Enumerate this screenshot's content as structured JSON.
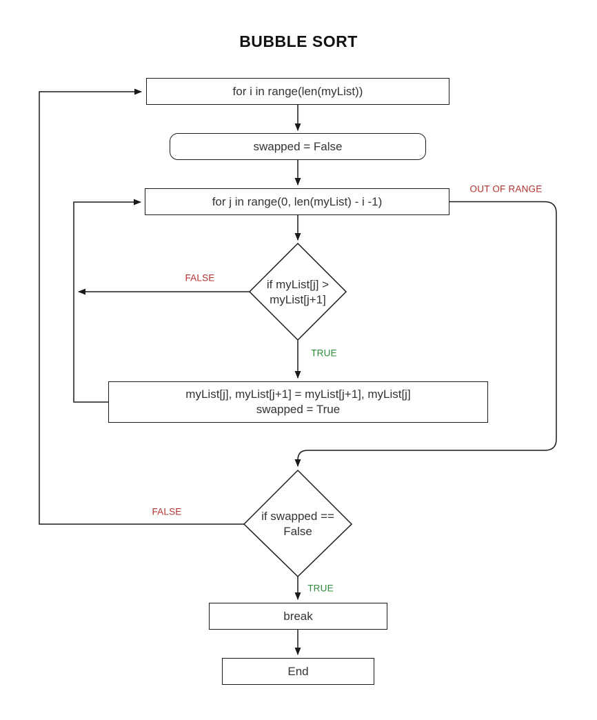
{
  "title": "BUBBLE SORT",
  "colors": {
    "line_color": "#191919",
    "text_color": "#333333",
    "red_label_color": "#b23230",
    "green_label_color": "#2e8b3e",
    "background": "#ffffff"
  },
  "nodes": {
    "for_i": {
      "label": "for i in range(len(myList))"
    },
    "swapped_false": {
      "label": "swapped = False"
    },
    "for_j": {
      "label": "for j in range(0, len(myList) - i -1)"
    },
    "compare": {
      "line1": "if myList[j] >",
      "line2": "myList[j+1]"
    },
    "swap": {
      "line1": "myList[j], myList[j+1] = myList[j+1], myList[j]",
      "line2": "swapped = True"
    },
    "check_swapped": {
      "line1": "if swapped ==",
      "line2": "False"
    },
    "break_box": {
      "label": "break"
    },
    "end_box": {
      "label": "End"
    }
  },
  "edge_labels": {
    "out_of_range": "OUT OF RANGE",
    "compare_false": "FALSE",
    "compare_true": "TRUE",
    "check_false": "FALSE",
    "check_true": "TRUE"
  }
}
